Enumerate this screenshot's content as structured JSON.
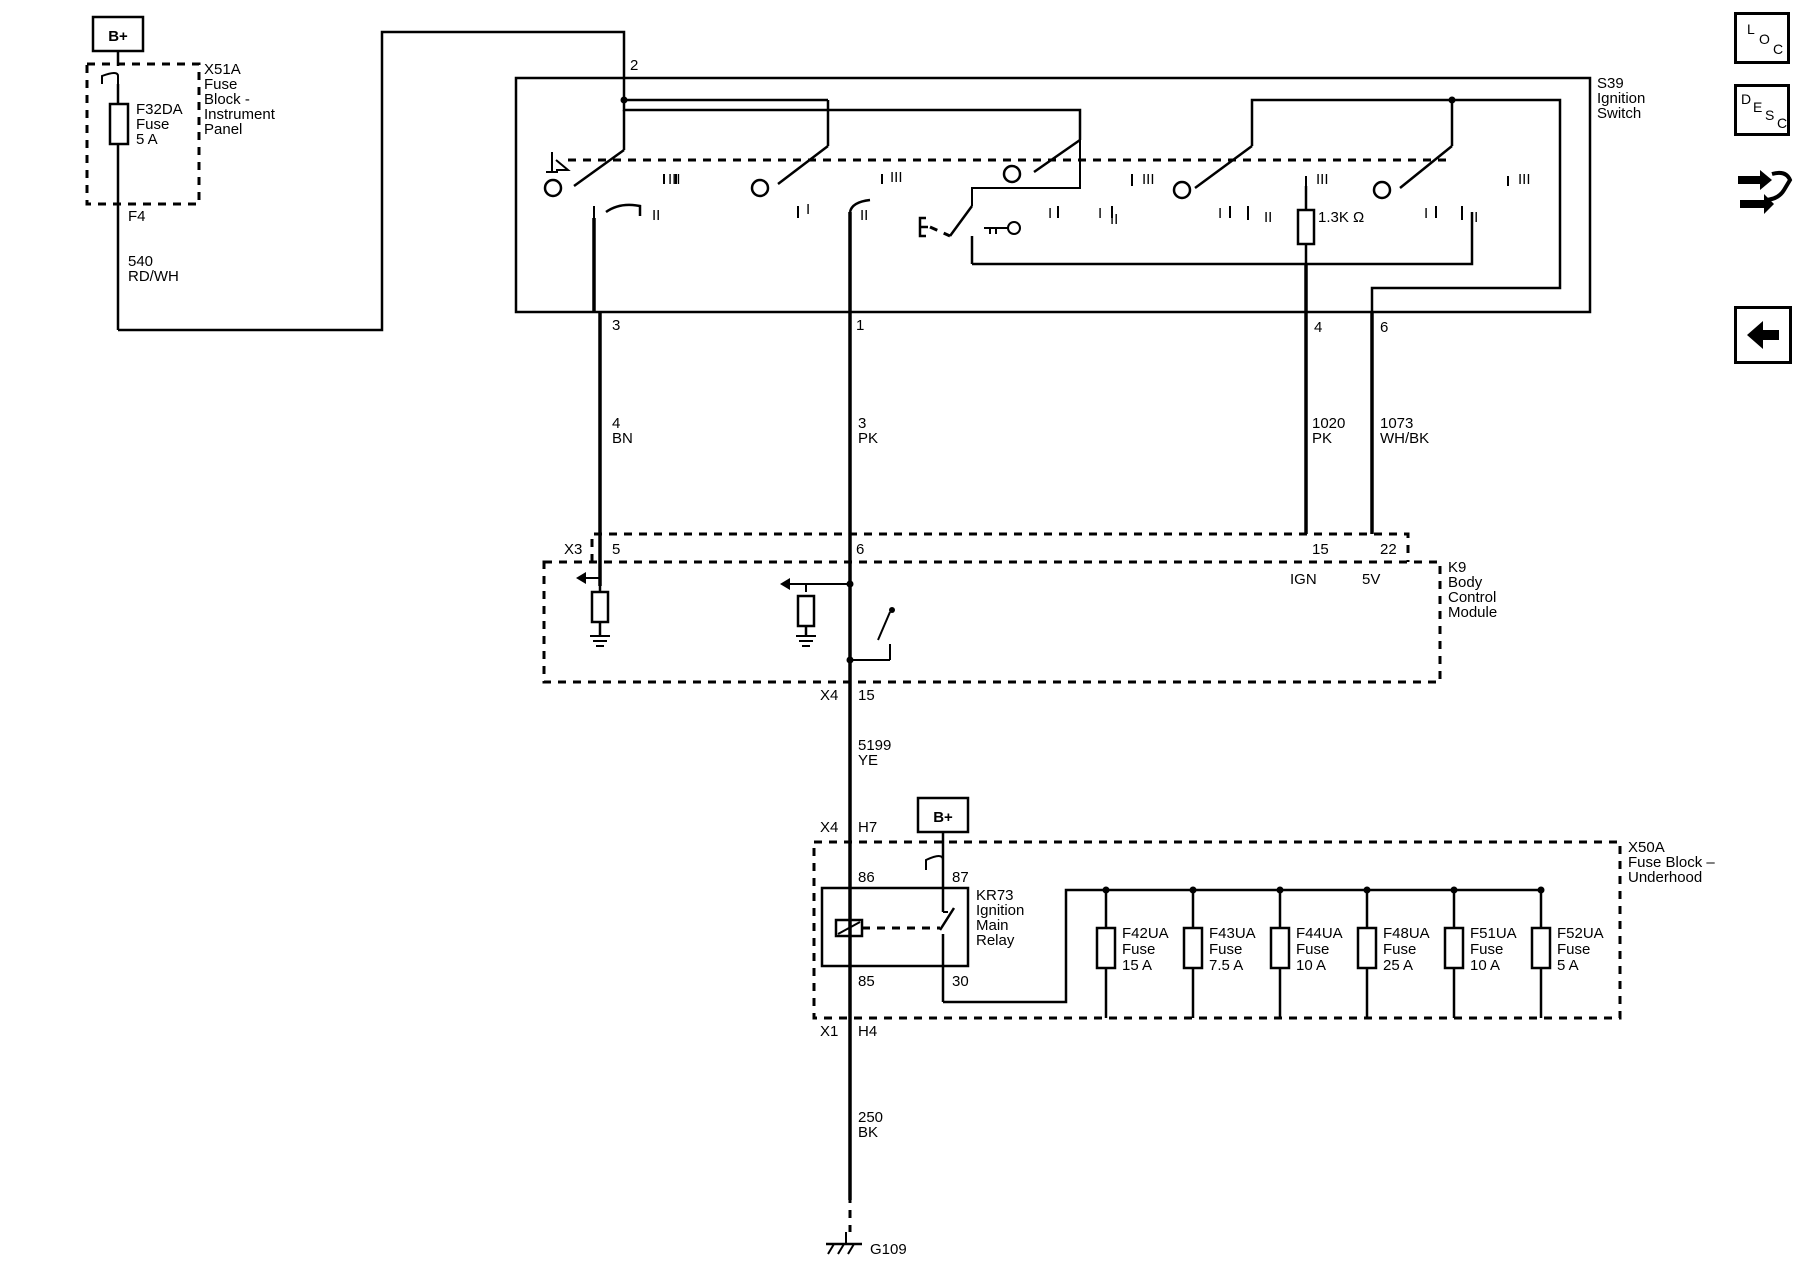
{
  "power": {
    "bplus_top": "B+",
    "bplus_relay": "B+"
  },
  "x51a": {
    "id": "X51A",
    "lines": [
      "Fuse",
      "Block -",
      "Instrument",
      "Panel"
    ]
  },
  "f32da": {
    "lines": [
      "F32DA",
      "Fuse",
      "5 A"
    ]
  },
  "labels": {
    "f4": "F4",
    "wire540": [
      "540",
      "RD/WH"
    ],
    "pin2": "2",
    "s39": [
      "S39",
      "Ignition",
      "Switch"
    ],
    "roman_i": "I",
    "roman_ii": "II",
    "roman_iii": "III",
    "res_1k3": "1.3K Ω",
    "pin3": "3",
    "pin1": "1",
    "pin4": "4",
    "pin6": "6",
    "wire4": [
      "4",
      "BN"
    ],
    "wire3": [
      "3",
      "PK"
    ],
    "wire1020": [
      "1020",
      "PK"
    ],
    "wire1073": [
      "1073",
      "WH/BK"
    ],
    "x3": "X3",
    "p5": "5",
    "p6": "6",
    "p15": "15",
    "p22": "22",
    "ign": "IGN",
    "v5": "5V",
    "k9": [
      "K9",
      "Body",
      "Control",
      "Module"
    ],
    "x4a": "X4",
    "p15b": "15",
    "wire5199": [
      "5199",
      "YE"
    ],
    "x4b": "X4",
    "h7": "H7",
    "x50a": [
      "X50A",
      "Fuse Block –",
      "Underhood"
    ],
    "p86": "86",
    "p87": "87",
    "p85": "85",
    "p30": "30",
    "kr73": [
      "KR73",
      "Ignition",
      "Main",
      "Relay"
    ],
    "x1": "X1",
    "h4": "H4",
    "wire250": [
      "250",
      "BK"
    ],
    "g109": "G109"
  },
  "fuses": [
    {
      "name": "F42UA",
      "type": "Fuse",
      "rating": "15 A"
    },
    {
      "name": "F43UA",
      "type": "Fuse",
      "rating": "7.5 A"
    },
    {
      "name": "F44UA",
      "type": "Fuse",
      "rating": "10 A"
    },
    {
      "name": "F48UA",
      "type": "Fuse",
      "rating": "25 A"
    },
    {
      "name": "F51UA",
      "type": "Fuse",
      "rating": "10 A"
    },
    {
      "name": "F52UA",
      "type": "Fuse",
      "rating": "5 A"
    }
  ],
  "nav": {
    "loc": {
      "l1": "L",
      "l2": "O",
      "l3": "C"
    },
    "desc": {
      "l1": "D",
      "l2": "E",
      "l3": "S",
      "l4": "C"
    }
  },
  "icons": [
    "connector-icon",
    "back-arrow-icon",
    "key-icon",
    "ground-icon"
  ]
}
